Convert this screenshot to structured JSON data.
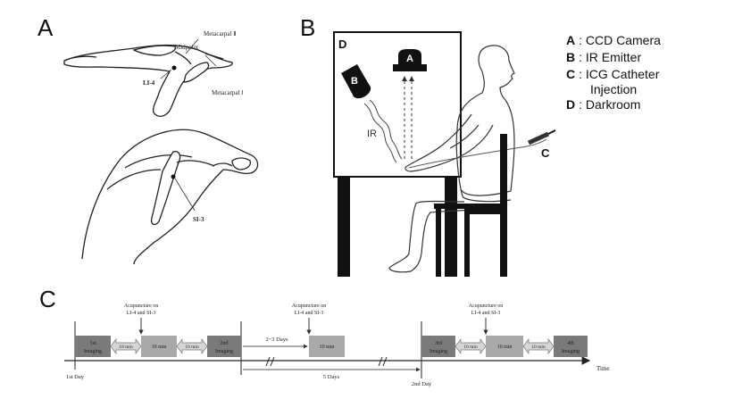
{
  "panels": {
    "a": "A",
    "b": "B",
    "c": "C"
  },
  "panel_a": {
    "metacarpal_2": "Metacarpal Ⅱ",
    "midpoint": "Midpoint",
    "li4": "LI-4",
    "metacarpal_1": "Metacarpal Ⅰ",
    "si3": "SI-3"
  },
  "panel_b": {
    "room_label": "D",
    "camera_label": "A",
    "emitter_label": "B",
    "ir_label": "IR",
    "catheter_label": "C",
    "legend": [
      {
        "key": "A",
        "text": ": CCD Camera"
      },
      {
        "key": "B",
        "text": ": IR Emitter"
      },
      {
        "key": "C",
        "text": ": ICG Catheter"
      },
      {
        "key": "",
        "text": "Injection"
      },
      {
        "key": "D",
        "text": ": Darkroom"
      }
    ]
  },
  "panel_c": {
    "acup_1": [
      "Acupuncture on",
      "LI-4 and SI-3"
    ],
    "acup_2": [
      "Acupuncture on",
      "LI-4 and SI-3"
    ],
    "acup_3": [
      "Acupuncture on",
      "LI-4 and SI-3"
    ],
    "imaging_1": [
      "1st",
      "Imaging"
    ],
    "imaging_2": [
      "2nd",
      "Imaging"
    ],
    "imaging_3": [
      "3rd",
      "Imaging"
    ],
    "imaging_4": [
      "4th",
      "Imaging"
    ],
    "ten_min": "10 min",
    "two_three_days": "2~3 Days",
    "five_days": "5 Days",
    "day1": "1st Day",
    "day2": "2nd Day",
    "time": "Time"
  },
  "colors": {
    "dark_box": "#7a7a7a",
    "light_box": "#a9a9a9",
    "arrow_fill": "#d6d6d6"
  }
}
